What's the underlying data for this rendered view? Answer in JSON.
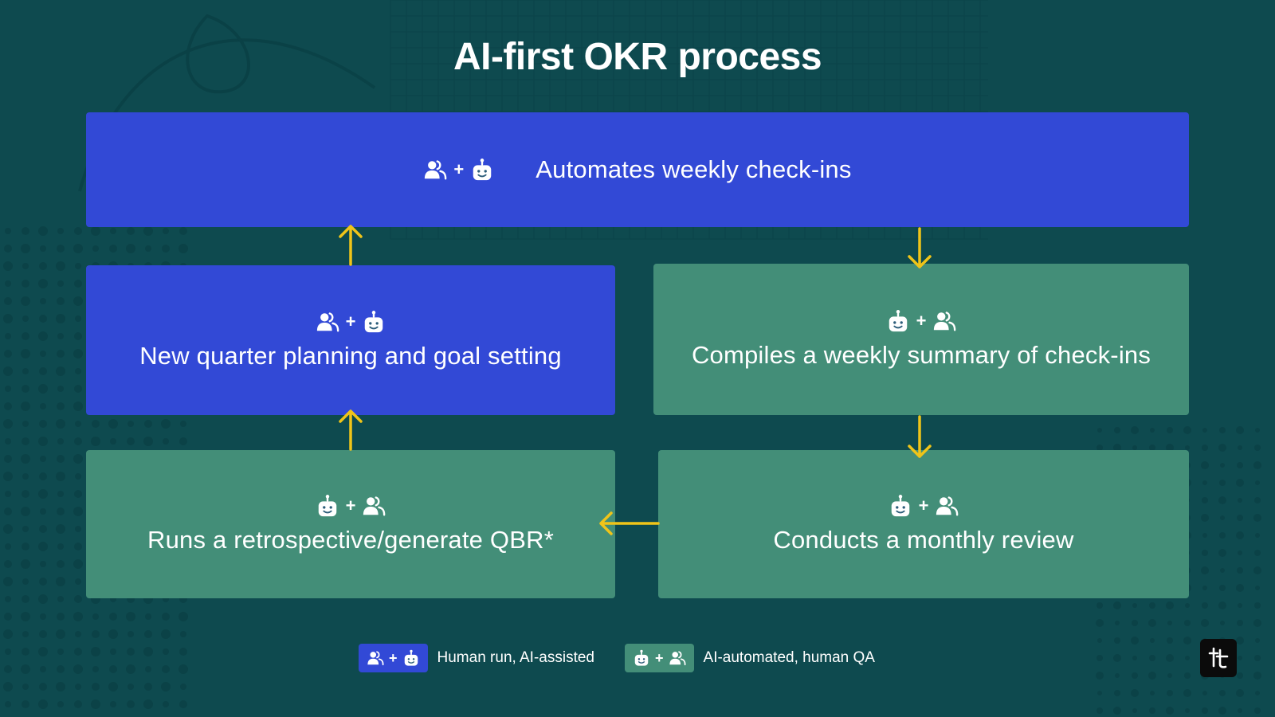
{
  "title": "AI-first OKR process",
  "colors": {
    "background": "#0e4a4f",
    "human_run_box": "#3249d6",
    "ai_automated_box": "#438e78",
    "arrow": "#f0c419"
  },
  "steps": [
    {
      "id": "weekly-checkins",
      "label": "Automates weekly check-ins",
      "mode": "human-run-ai-assisted",
      "icons": [
        "people-icon",
        "robot-icon"
      ]
    },
    {
      "id": "weekly-summary",
      "label": "Compiles a weekly summary of check-ins",
      "mode": "ai-automated-human-qa",
      "icons": [
        "robot-icon",
        "people-icon"
      ]
    },
    {
      "id": "monthly-review",
      "label": "Conducts a monthly review",
      "mode": "ai-automated-human-qa",
      "icons": [
        "robot-icon",
        "people-icon"
      ]
    },
    {
      "id": "retrospective",
      "label": "Runs a retrospective/generate QBR*",
      "mode": "ai-automated-human-qa",
      "icons": [
        "robot-icon",
        "people-icon"
      ]
    },
    {
      "id": "quarter-planning",
      "label": "New quarter planning and goal setting",
      "mode": "human-run-ai-assisted",
      "icons": [
        "people-icon",
        "robot-icon"
      ]
    }
  ],
  "flow": [
    [
      "weekly-checkins",
      "weekly-summary"
    ],
    [
      "weekly-summary",
      "monthly-review"
    ],
    [
      "monthly-review",
      "retrospective"
    ],
    [
      "retrospective",
      "quarter-planning"
    ],
    [
      "quarter-planning",
      "weekly-checkins"
    ]
  ],
  "plus_sign": "+",
  "legend": [
    {
      "mode": "human-run-ai-assisted",
      "label": "Human run, AI-assisted",
      "icons": [
        "people-icon",
        "robot-icon"
      ]
    },
    {
      "mode": "ai-automated-human-qa",
      "label": "AI-automated, human QA",
      "icons": [
        "robot-icon",
        "people-icon"
      ]
    }
  ],
  "logo_icon": "brand-logo-icon"
}
